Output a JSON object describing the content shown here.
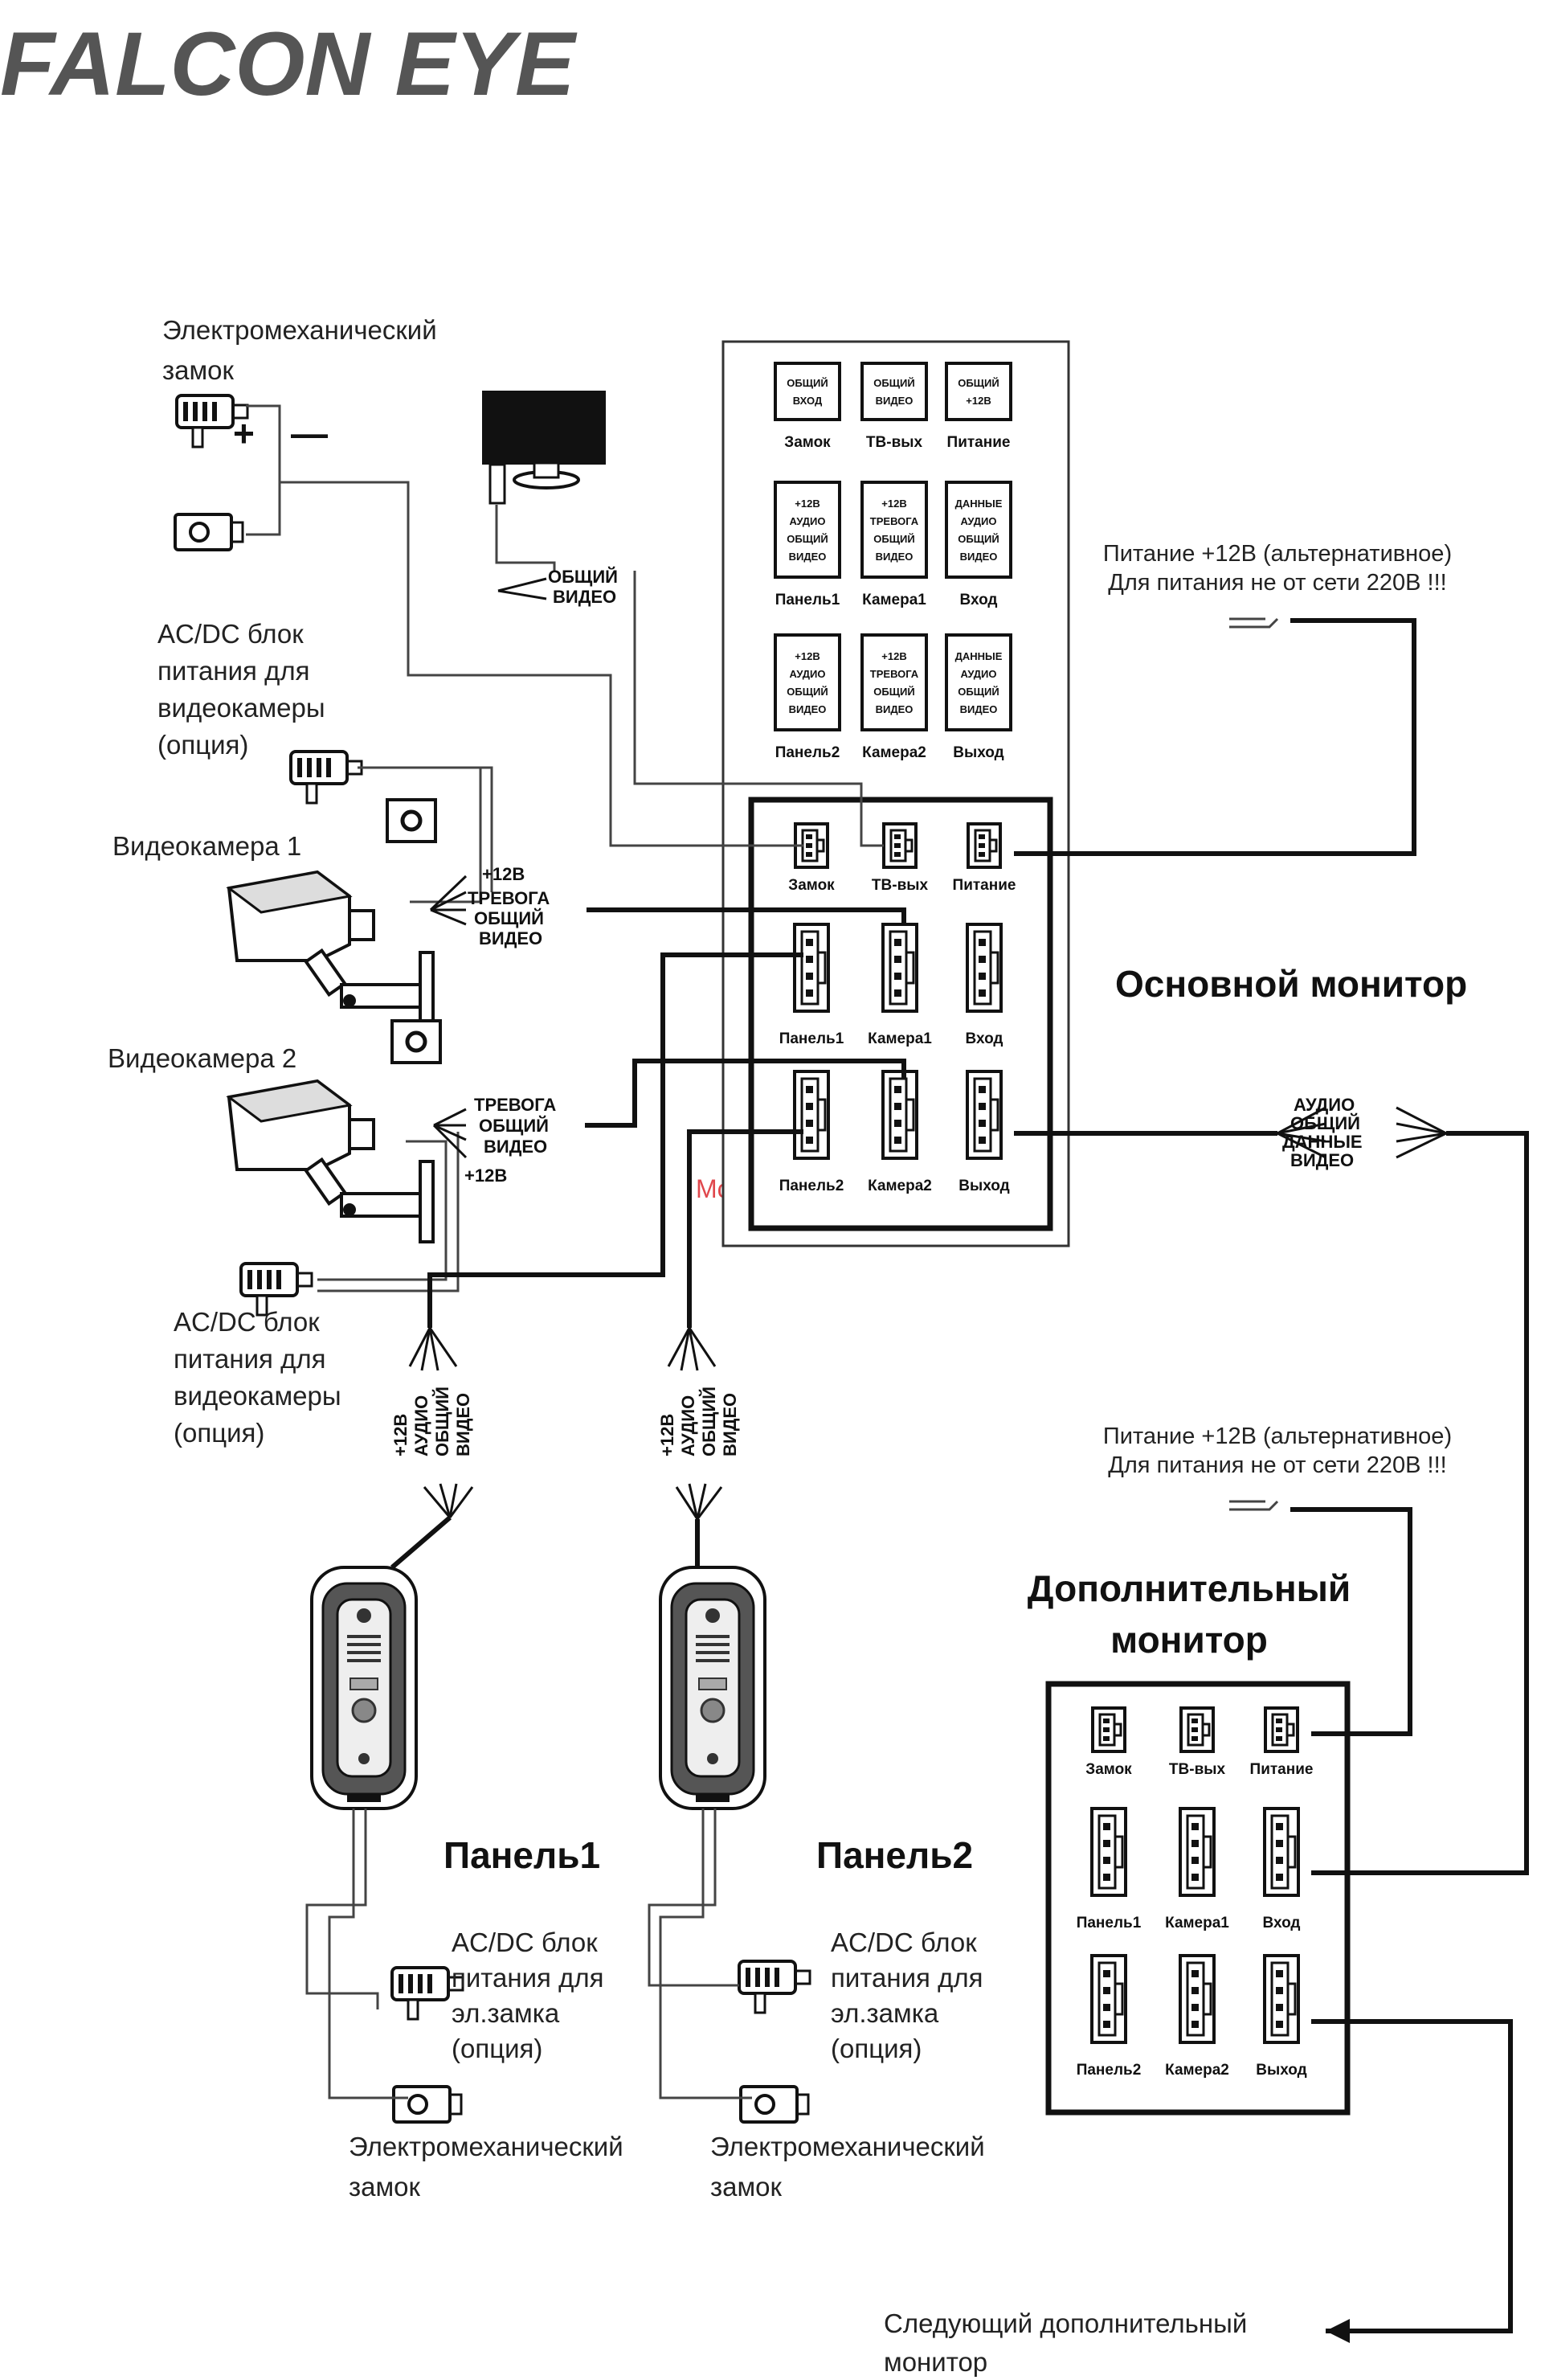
{
  "logo": "Falcon Eye",
  "watermark": "McGrp.Ru",
  "labels": {
    "lock_top_l1": "Электромеханический",
    "lock_top_l2": "замок",
    "psu_cam1": [
      "AC/DC блок",
      "питания для",
      "видеокамеры",
      "(опция)"
    ],
    "camera1": "Видеокамера 1",
    "camera2": "Видеокамера 2",
    "psu_cam2": [
      "AC/DC блок",
      "питания для",
      "видеокамеры",
      "(опция)"
    ],
    "alt_power_1": [
      "Питание +12В (альтернативное)",
      "Для питания не от сети 220В !!!"
    ],
    "alt_power_2": [
      "Питание +12В (альтернативное)",
      "Для питания не от сети 220В !!!"
    ],
    "main_monitor": "Основной монитор",
    "extra_monitor": [
      "Дополнительный",
      "монитор"
    ],
    "panel1": "Панель1",
    "panel2": "Панель2",
    "psu_lock1": [
      "AC/DC блок",
      "питания для",
      "эл.замка",
      "(опция)"
    ],
    "psu_lock2": [
      "AC/DC блок",
      "питания для",
      "эл.замка",
      "(опция)"
    ],
    "lock_bottom1": [
      "Электромеханический",
      "замок"
    ],
    "lock_bottom2": [
      "Электромеханический",
      "замок"
    ],
    "next_monitor": [
      "Следующий дополнительный",
      "монитор"
    ]
  },
  "wires": {
    "plus": "+",
    "minus": "—",
    "common_video": [
      "ОБЩИЙ",
      "ВИДЕО"
    ],
    "cam1": [
      "+12В",
      "ТРЕВОГА",
      "ОБЩИЙ",
      "ВИДЕО"
    ],
    "cam2": [
      "ТРЕВОГА",
      "ОБЩИЙ",
      "ВИДЕО",
      "+12В"
    ],
    "bus": [
      "АУДИО",
      "ОБЩИЙ",
      "ДАННЫЕ",
      "ВИДЕО"
    ],
    "panel_wires": [
      "+12В",
      "АУДИО",
      "ОБЩИЙ",
      "ВИДЕО"
    ]
  },
  "pin_legend": {
    "row1": [
      {
        "pins": [
          "ОБЩИЙ",
          "ВХОД"
        ],
        "name": "Замок"
      },
      {
        "pins": [
          "ОБЩИЙ",
          "ВИДЕО"
        ],
        "name": "ТВ-вых"
      },
      {
        "pins": [
          "ОБЩИЙ",
          "+12В"
        ],
        "name": "Питание"
      }
    ],
    "row2": [
      {
        "pins": [
          "+12В",
          "АУДИО",
          "ОБЩИЙ",
          "ВИДЕО"
        ],
        "name": "Панель1"
      },
      {
        "pins": [
          "+12В",
          "ТРЕВОГА",
          "ОБЩИЙ",
          "ВИДЕО"
        ],
        "name": "Камера1"
      },
      {
        "pins": [
          "ДАННЫЕ",
          "АУДИО",
          "ОБЩИЙ",
          "ВИДЕО"
        ],
        "name": "Вход"
      }
    ],
    "row3": [
      {
        "pins": [
          "+12В",
          "АУДИО",
          "ОБЩИЙ",
          "ВИДЕО"
        ],
        "name": "Панель2"
      },
      {
        "pins": [
          "+12В",
          "ТРЕВОГА",
          "ОБЩИЙ",
          "ВИДЕО"
        ],
        "name": "Камера2"
      },
      {
        "pins": [
          "ДАННЫЕ",
          "АУДИО",
          "ОБЩИЙ",
          "ВИДЕО"
        ],
        "name": "Выход"
      }
    ]
  },
  "main_ports": [
    "Замок",
    "ТВ-вых",
    "Питание",
    "Панель1",
    "Камера1",
    "Вход",
    "Панель2",
    "Камера2",
    "Выход"
  ],
  "extra_ports": [
    "Замок",
    "ТВ-вых",
    "Питание",
    "Панель1",
    "Камера1",
    "Вход",
    "Панель2",
    "Камера2",
    "Выход"
  ]
}
